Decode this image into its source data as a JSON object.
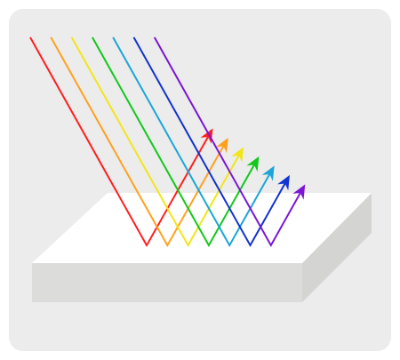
{
  "colors": {
    "background_panel": "#ececec",
    "slab_top": "#ffffff",
    "slab_front": "#dcdcda",
    "slab_side": "#d4d4d2"
  },
  "rays": [
    {
      "name": "red-ray",
      "color": "#ff1f1f"
    },
    {
      "name": "orange-ray",
      "color": "#ffa11f"
    },
    {
      "name": "yellow-ray",
      "color": "#f2e51a"
    },
    {
      "name": "green-ray",
      "color": "#12c81b"
    },
    {
      "name": "cyan-ray",
      "color": "#1aa6d8"
    },
    {
      "name": "blue-ray",
      "color": "#1234d0"
    },
    {
      "name": "violet-ray",
      "color": "#7a16d6"
    }
  ]
}
